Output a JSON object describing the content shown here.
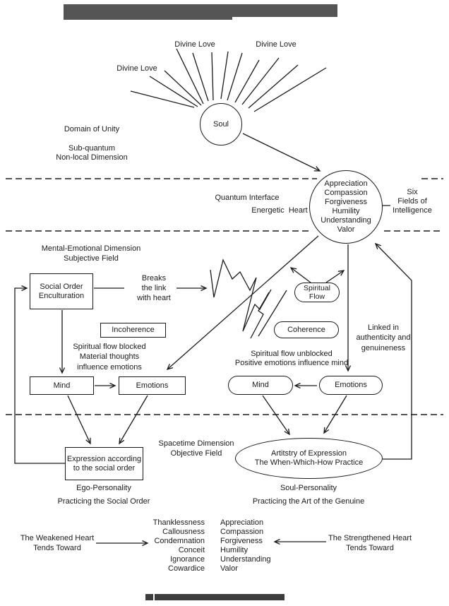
{
  "meta": {
    "background_color": "#ffffff",
    "ink_color": "#1a1a1a",
    "redaction_bar_top_color": "#555555",
    "redaction_bar_bottom_color": "#3d3d3d"
  },
  "unity_domain": {
    "divine_love_left": "Divine Love",
    "divine_love_mid": "Divine Love",
    "divine_love_right": "Divine Love",
    "soul": "Soul",
    "domain_label": "Domain of Unity",
    "dimension_line1": "Sub-quantum",
    "dimension_line2": "Non-local Dimension"
  },
  "quantum_interface": {
    "interface_label": "Quantum Interface",
    "energetic_heart_label": "Energetic  Heart",
    "six_fields": [
      "Six",
      "Fields of",
      "Intelligence"
    ],
    "heart_qualities": [
      "Appreciation",
      "Compassion",
      "Forgiveness",
      "Humility",
      "Understanding",
      "Valor"
    ]
  },
  "mental_emotional": {
    "dimension_line1": "Mental-Emotional Dimension",
    "dimension_line2": "Subjective Field",
    "social_order_box": [
      "Social Order",
      "Enculturation"
    ],
    "breaks_link": [
      "Breaks",
      "the link",
      "with heart"
    ],
    "incoherence": "Incoherence",
    "blocked_text": [
      "Spiritual flow blocked",
      "Material thoughts",
      "influence emotions"
    ],
    "mind_left": "Mind",
    "emotions_left": "Emotions",
    "spiritual_flow": [
      "Spiritual",
      "Flow"
    ],
    "coherence": "Coherence",
    "unblocked_text": [
      "Spiritual flow unblocked",
      "Positive emotions influence mind"
    ],
    "linked_text": [
      "Linked in",
      "authenticity and",
      "genuineness"
    ],
    "mind_right": "Mind",
    "emotions_right": "Emotions"
  },
  "spacetime": {
    "dimension_line1": "Spacetime Dimension",
    "dimension_line2": "Objective Field",
    "expression_box": [
      "Expression according",
      "to the social order"
    ],
    "ego_line1": "Ego-Personality",
    "ego_line2": "Practicing the Social Order",
    "artistry_ellipse": [
      "Artitstry of Expression",
      "The When-Which-How Practice"
    ],
    "soul_line1": "Soul-Personality",
    "soul_line2": "Practicing the Art of the Genuine"
  },
  "bottom": {
    "weakened_line1": "The Weakened Heart",
    "weakened_line2": "Tends Toward",
    "weakened_list": [
      "Thanklessness",
      "Callousness",
      "Condemnation",
      "Conceit",
      "Ignorance",
      "Cowardice"
    ],
    "strengthened_list": [
      "Appreciation",
      "Compassion",
      "Forgiveness",
      "Humility",
      "Understanding",
      "Valor"
    ],
    "strengthened_line1": "The Strengthened Heart",
    "strengthened_line2": "Tends Toward"
  }
}
